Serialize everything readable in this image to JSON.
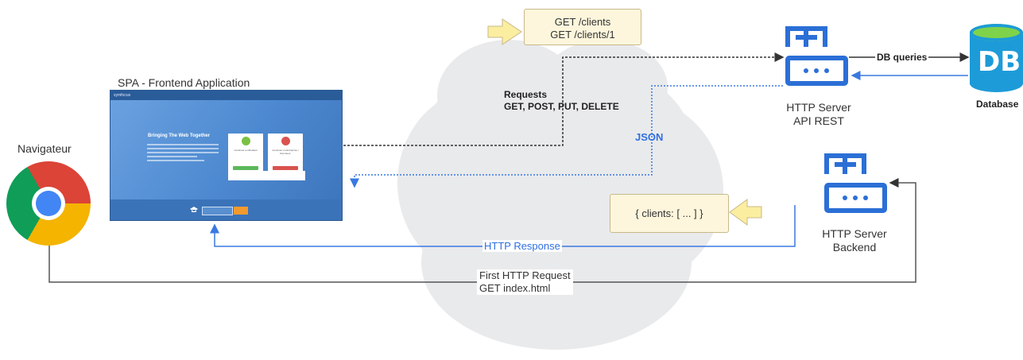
{
  "browser": {
    "label": "Navigateur"
  },
  "spa": {
    "title": "SPA - Frontend Application",
    "screenshot": {
      "brand": "symfocus",
      "hero_title": "Bringing The Web Together",
      "card1": "Continuer en Étudiant",
      "card2": "Continuer en Entreprise / Recruteur"
    }
  },
  "requests": {
    "line1": "Requests",
    "line2": "GET, POST, PUT, DELETE"
  },
  "get_note": {
    "line1": "GET /clients",
    "line2": "GET /clients/1"
  },
  "json_label": "JSON",
  "api_server": {
    "line1": "HTTP Server",
    "line2": "API REST"
  },
  "db_queries": "DB queries",
  "database": {
    "icon_text": "DB",
    "label": "Database"
  },
  "clients_note": "{ clients: [ ... ] }",
  "backend_server": {
    "line1": "HTTP Server",
    "line2": "Backend"
  },
  "http_response": "HTTP Response",
  "first_request": {
    "line1": "First HTTP Request",
    "line2": "GET index.html"
  },
  "colors": {
    "blue": "#2f6fe0",
    "server_icon": "#2b6fd6",
    "note_bg": "#fdf6dc",
    "arrow_yellow": "#fbeea0",
    "cloud": "#e9eaec"
  }
}
